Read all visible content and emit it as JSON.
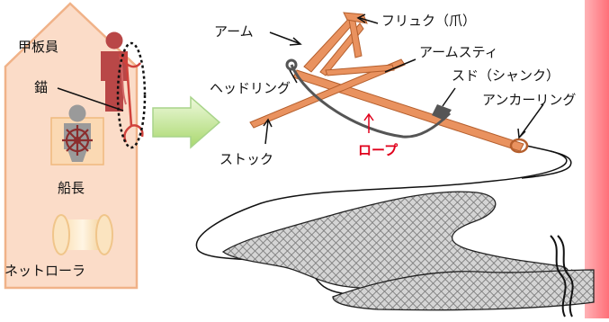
{
  "boat_labels": {
    "deckhand": "甲板員",
    "anchor": "錨",
    "captain": "船長",
    "net_roller": "ネットローラ"
  },
  "anchor_labels": {
    "arm": "アーム",
    "fluke": "フリュク（爪）",
    "arm_stay": "アームスティ",
    "head_ring": "ヘッドリング",
    "shank": "スド（シャンク）",
    "anchor_ring": "アンカーリング",
    "stock": "ストック",
    "rope": "ロープ"
  },
  "colors": {
    "boat_fill": "#fbdcc8",
    "boat_stroke": "#f3b48a",
    "anchor": "#e9925f",
    "rope": "#e0001b",
    "side_strip": "#ff7f86",
    "arrow": "#92d050"
  },
  "icons": [
    "person-icon",
    "ship-wheel-icon",
    "net-roller-icon",
    "anchor-icon",
    "net-icon"
  ]
}
